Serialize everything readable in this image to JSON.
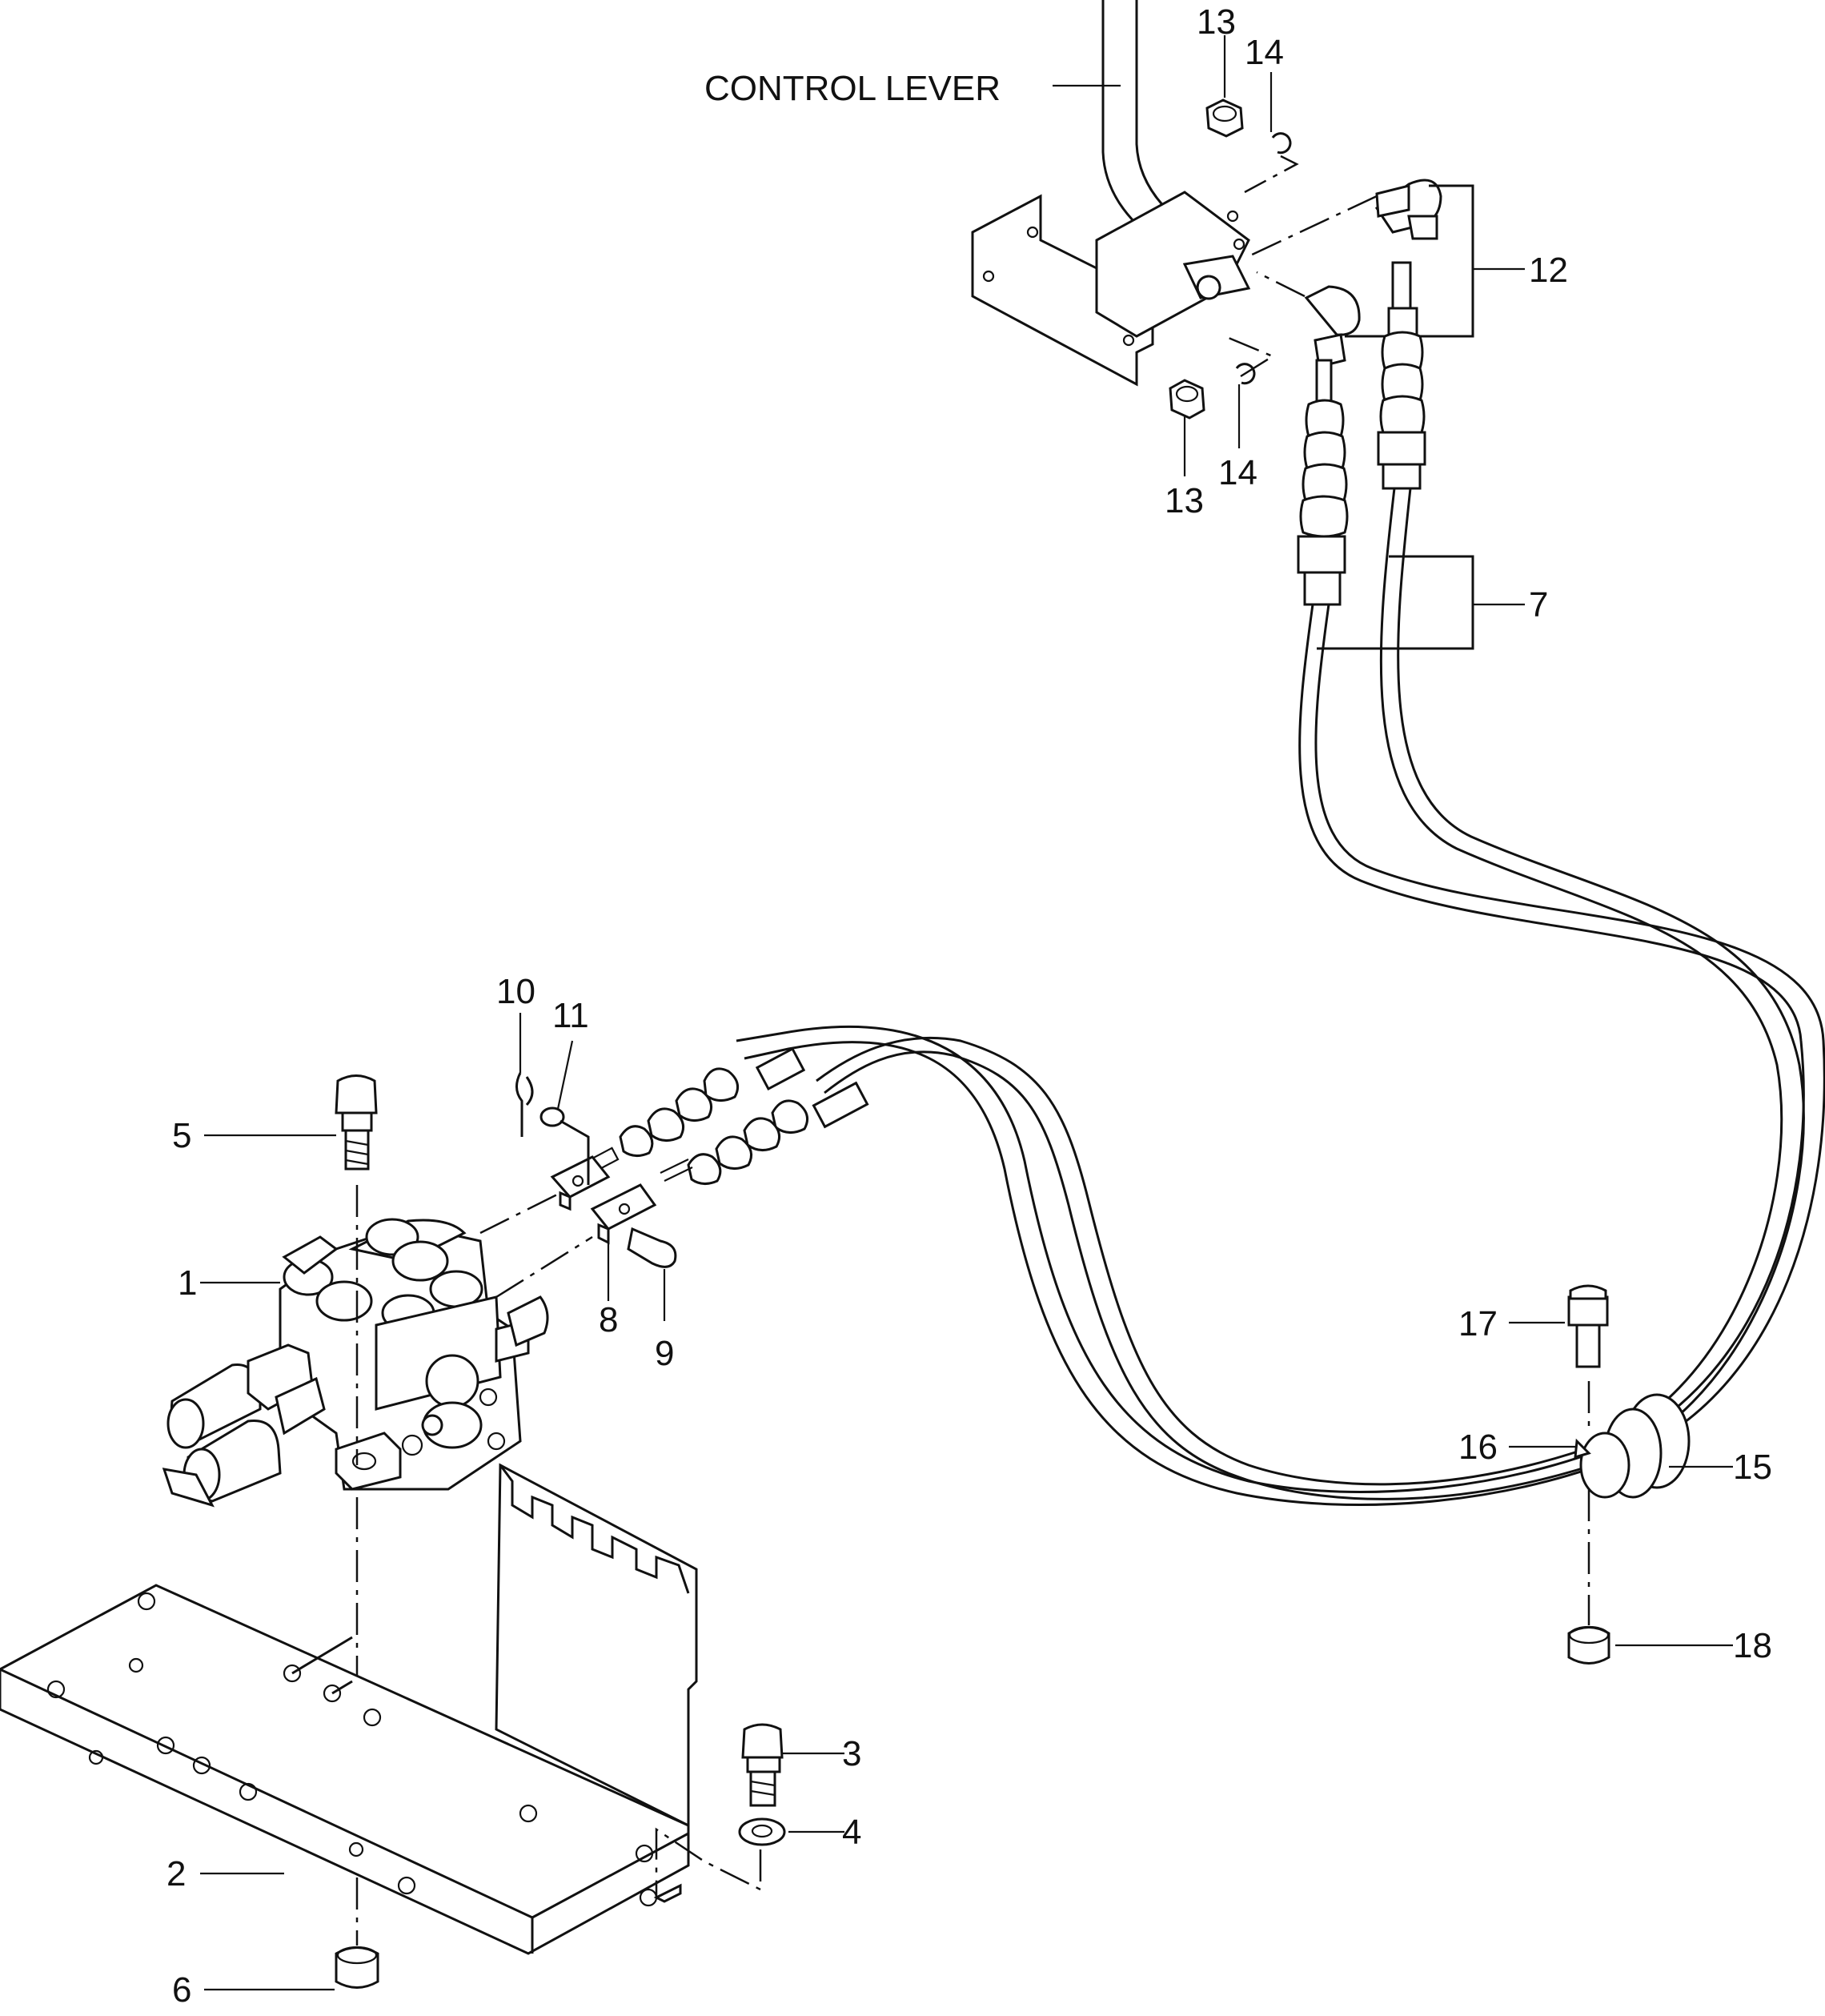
{
  "diagram": {
    "control_lever_label": "CONTROL LEVER",
    "callouts": [
      {
        "id": "c1",
        "text": "1"
      },
      {
        "id": "c2",
        "text": "2"
      },
      {
        "id": "c3",
        "text": "3"
      },
      {
        "id": "c4",
        "text": "4"
      },
      {
        "id": "c5",
        "text": "5"
      },
      {
        "id": "c6",
        "text": "6"
      },
      {
        "id": "c7",
        "text": "7"
      },
      {
        "id": "c8",
        "text": "8"
      },
      {
        "id": "c9",
        "text": "9"
      },
      {
        "id": "c10",
        "text": "10"
      },
      {
        "id": "c11",
        "text": "11"
      },
      {
        "id": "c12",
        "text": "12"
      },
      {
        "id": "c13a",
        "text": "13"
      },
      {
        "id": "c13b",
        "text": "13"
      },
      {
        "id": "c14a",
        "text": "14"
      },
      {
        "id": "c14b",
        "text": "14"
      },
      {
        "id": "c15",
        "text": "15"
      },
      {
        "id": "c16",
        "text": "16"
      },
      {
        "id": "c17",
        "text": "17"
      },
      {
        "id": "c18",
        "text": "18"
      }
    ]
  }
}
